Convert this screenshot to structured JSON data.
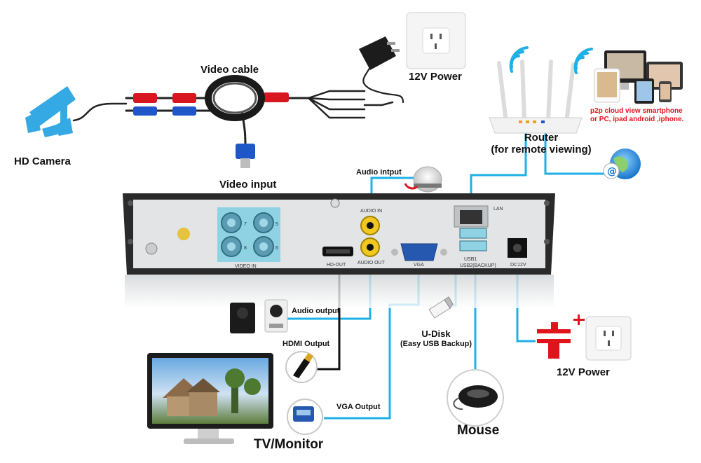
{
  "labels": {
    "hd_camera": "HD Camera",
    "video_cable": "Video cable",
    "video_input": "Video input",
    "power_top": "12V Power",
    "router_line1": "Router",
    "router_line2": "(for remote viewing)",
    "p2p_line1": "p2p cloud  view smartphone",
    "p2p_line2": "or PC, ipad android ,iphone.",
    "audio_input": "Audio intput",
    "audio_output": "Audio output",
    "hdmi_output": "HDMI Output",
    "vga_output": "VGA Output",
    "udisk_line1": "U-Disk",
    "udisk_line2": "(Easy USB Backup)",
    "power_bottom": "12V Power",
    "mouse": "Mouse",
    "tv_monitor": "TV/Monitor"
  },
  "panel": {
    "video_in": "VIDEO IN",
    "hd_out": "HD-OUT",
    "audio_in": "AUDIO IN",
    "audio_out": "AUDIO OUT",
    "vga": "VGA",
    "lan": "LAN",
    "usb1": "USB1",
    "usb2": "USB2(BACKUP)",
    "dc12v": "DC12V",
    "bnc_numbers": [
      "7",
      "5",
      "8",
      "6"
    ]
  },
  "colors": {
    "wire_blue": "#1eb0e6",
    "wire_black": "#111111",
    "dvr_body": "#2a2a2a",
    "panel_face": "#e2e4e6",
    "bnc_block": "#8fd2e3",
    "alert_red": "#e0141b"
  },
  "icons": [
    "camera-icon",
    "power-adapter-icon",
    "wall-socket-icon",
    "router-icon",
    "wifi-icon",
    "devices-icon",
    "internet-globe-icon",
    "microphone-icon",
    "speakers-icon",
    "hdmi-plug-icon",
    "vga-plug-icon",
    "monitor-icon",
    "usb-drive-icon",
    "mouse-icon",
    "dc-polarity-icon"
  ]
}
